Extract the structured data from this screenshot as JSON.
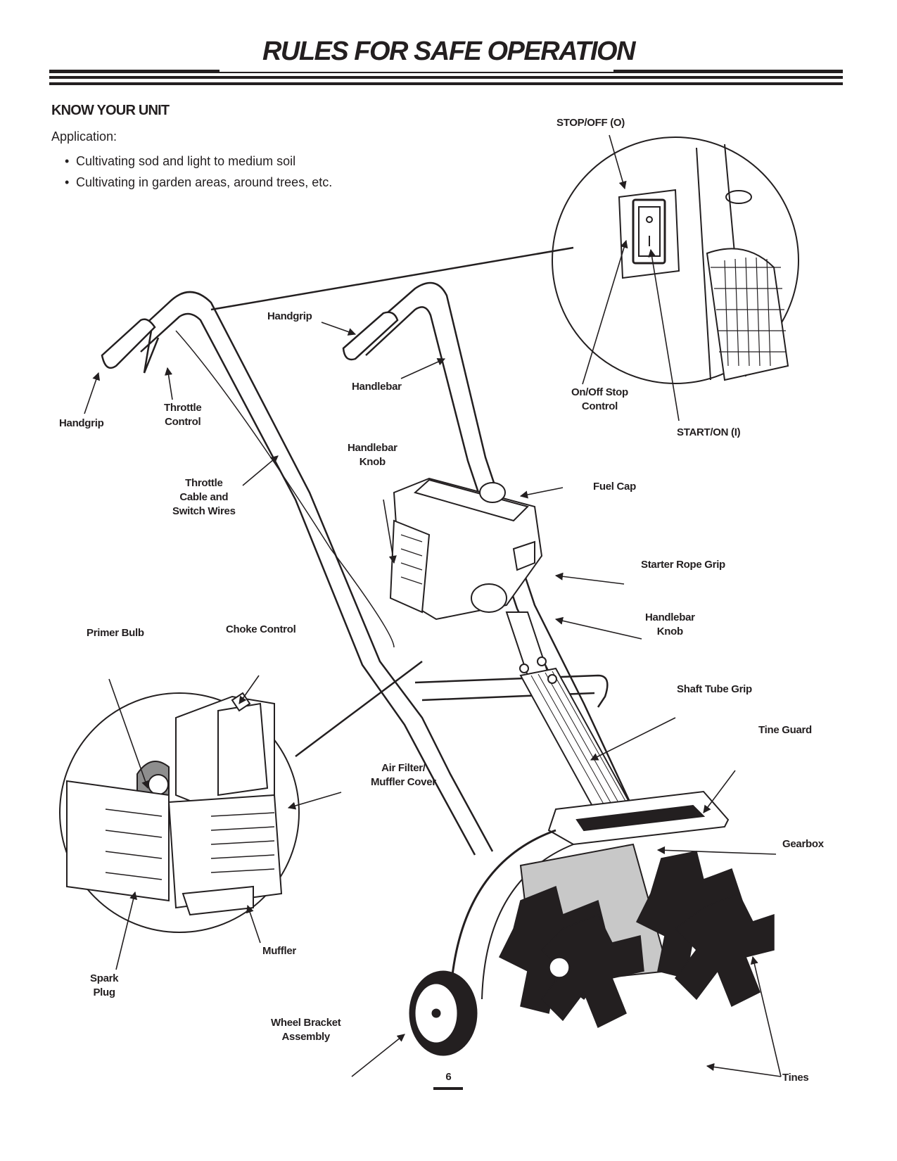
{
  "header": {
    "title": "RULES FOR SAFE OPERATION"
  },
  "section": {
    "heading": "KNOW YOUR UNIT",
    "application_label": "Application:",
    "bullets": [
      "Cultivating sod and light to medium soil",
      "Cultivating in garden areas, around trees, etc."
    ]
  },
  "diagram": {
    "labels": {
      "stop_off": "STOP/OFF (O)",
      "start_on": "START/ON (I)",
      "on_off_stop_control_1": "On/Off Stop",
      "on_off_stop_control_2": "Control",
      "handgrip_left": "Handgrip",
      "handgrip_right": "Handgrip",
      "throttle_control_1": "Throttle",
      "throttle_control_2": "Control",
      "handlebar": "Handlebar",
      "throttle_cable_1": "Throttle",
      "throttle_cable_2": "Cable and",
      "throttle_cable_3": "Switch Wires",
      "handlebar_knob_top_1": "Handlebar",
      "handlebar_knob_top_2": "Knob",
      "fuel_cap": "Fuel Cap",
      "starter_rope_grip": "Starter Rope Grip",
      "handlebar_knob_right_1": "Handlebar",
      "handlebar_knob_right_2": "Knob",
      "primer_bulb": "Primer Bulb",
      "choke_control": "Choke Control",
      "shaft_tube_grip": "Shaft Tube Grip",
      "tine_guard": "Tine Guard",
      "air_filter_1": "Air Filter/",
      "air_filter_2": "Muffler Cover",
      "gearbox": "Gearbox",
      "muffler": "Muffler",
      "spark_plug_1": "Spark",
      "spark_plug_2": "Plug",
      "wheel_bracket_1": "Wheel Bracket",
      "wheel_bracket_2": "Assembly",
      "tines": "Tines"
    }
  },
  "footer": {
    "page_number": "6"
  }
}
